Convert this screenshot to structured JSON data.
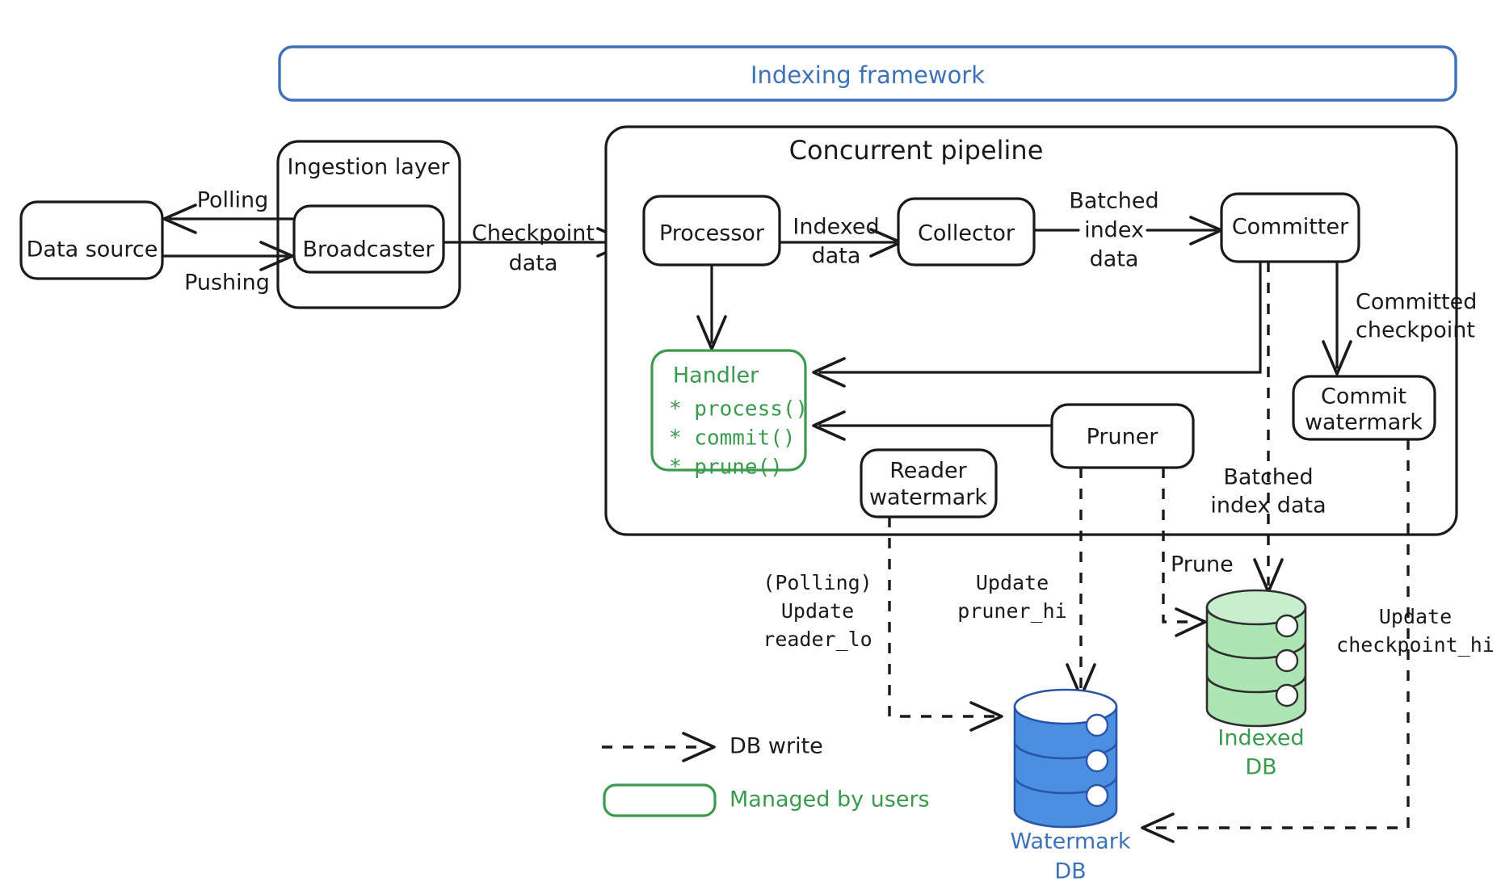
{
  "diagram": {
    "title_banner": "Indexing framework",
    "groups": {
      "ingestion_layer": "Ingestion layer",
      "concurrent_pipeline": "Concurrent pipeline"
    },
    "nodes": {
      "data_source": "Data source",
      "broadcaster": "Broadcaster",
      "processor": "Processor",
      "collector": "Collector",
      "committer": "Committer",
      "commit_watermark_l1": "Commit",
      "commit_watermark_l2": "watermark",
      "reader_watermark_l1": "Reader",
      "reader_watermark_l2": "watermark",
      "pruner": "Pruner"
    },
    "handler": {
      "title": "Handler",
      "methods": [
        "* process()",
        "* commit()",
        "* prune()"
      ]
    },
    "databases": {
      "indexed_db_l1": "Indexed",
      "indexed_db_l2": "DB",
      "watermark_db_l1": "Watermark",
      "watermark_db_l2": "DB"
    },
    "edge_labels": {
      "polling": "Polling",
      "pushing": "Pushing",
      "checkpoint_l1": "Checkpoint",
      "checkpoint_l2": "data",
      "indexed_l1": "Indexed",
      "indexed_l2": "data",
      "batched_l1": "Batched",
      "batched_l2": "index",
      "batched_l3": "data",
      "committed_l1": "Committed",
      "committed_l2": "checkpoint",
      "batched2_l1": "Batched",
      "batched2_l2": "index data",
      "prune": "Prune",
      "polling_paren": "(Polling)",
      "update_reader_l1": "Update",
      "update_reader_l2": "reader_lo",
      "update_pruner_l1": "Update",
      "update_pruner_l2": "pruner_hi",
      "update_ckpt_l1": "Update",
      "update_ckpt_l2": "checkpoint_hi"
    },
    "legend": {
      "db_write": "DB write",
      "managed_by_users": "Managed by users"
    },
    "colors": {
      "accent_blue": "#3d72b8",
      "accent_green": "#3a9a4e",
      "ink": "#1a1a1a",
      "db_green_fill": "#aee5b4",
      "db_blue_fill": "#4a8fe0"
    }
  }
}
